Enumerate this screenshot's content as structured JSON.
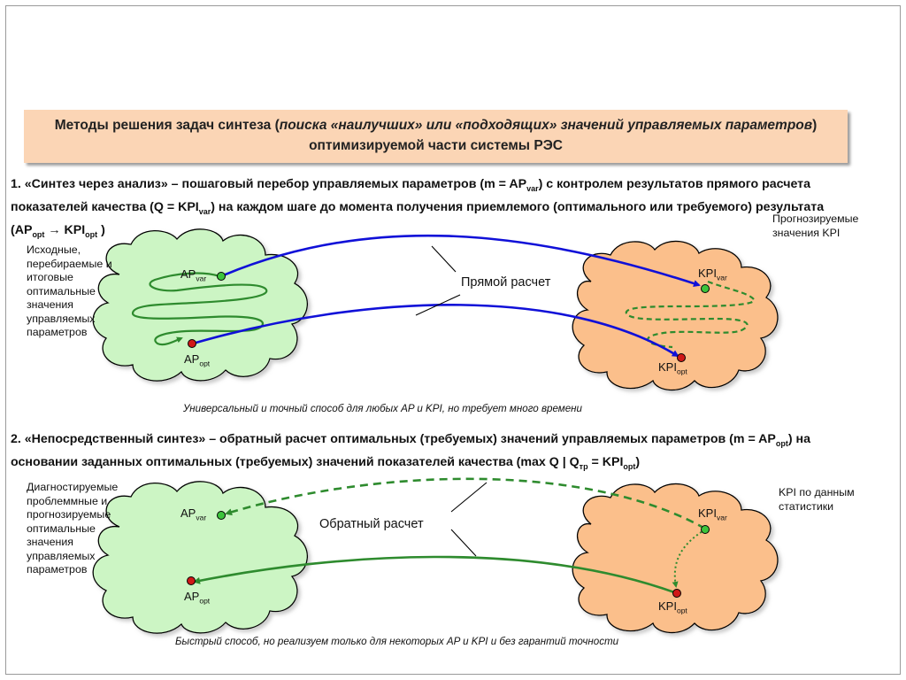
{
  "header": {
    "prefix": "Методы решения задач синтеза (",
    "italic": "поиска «наилучших» или «подходящих» значений управляемых параметров",
    "suffix": ") оптимизируемой части системы РЭС"
  },
  "section1": {
    "line1_a": "1. «Синтез через анализ» – пошаговый перебор управляемых параметров (m = AP",
    "line1_sub": "var",
    "line1_b": ") с контролем результатов прямого расчета",
    "line2_a": "показателей качества (Q = KPI",
    "line2_sub": "var",
    "line2_b": ") на каждом шаге до момента получения приемлемого (оптимального или требуемого) результата",
    "line3_a": "(AP",
    "line3_sub1": "opt",
    "line3_arrow": " → ",
    "line3_b": "KPI",
    "line3_sub2": "opt",
    "line3_c": " )",
    "left_note": "Исходные, перебираемые и итоговые оптимальные значения управляемых параметров",
    "right_note": "Прогнозируемые значения KPI",
    "calc_label": "Прямой расчет",
    "caption": "Универсальный и точный способ для любых AP и KPI, но требует много времени"
  },
  "section2": {
    "line1_a": "2. «Непосредственный синтез» – обратный расчет оптимальных (требуемых) значений управляемых параметров (m = AP",
    "line1_sub": "opt",
    "line1_b": ") на",
    "line2_a": "основании заданных оптимальных (требуемых) значений показателей качества (max Q | Q",
    "line2_sub1": "тр",
    "line2_b": " = KPI",
    "line2_sub2": "opt",
    "line2_c": ")",
    "left_note": "Диагностируемые проблеммные и прогнозируемые оптимальные значения управляемых параметров",
    "right_note": "KPI по данным статистики",
    "calc_label": "Обратный расчет",
    "caption": "Быстрый способ, но реализуем только для некоторых AP и KPI и без гарантий точности"
  },
  "labels": {
    "ap": "AP",
    "kpi": "KPI",
    "var": "var",
    "opt": "opt"
  },
  "colors": {
    "header_bg": "#fbd5b5",
    "green_cloud": "#ccf5c4",
    "orange_cloud": "#fbbf8b",
    "blue_arrow": "#1010d8",
    "green_arrow": "#2e8b2e",
    "dot_green": "#3cc43c",
    "dot_red": "#d01818"
  }
}
